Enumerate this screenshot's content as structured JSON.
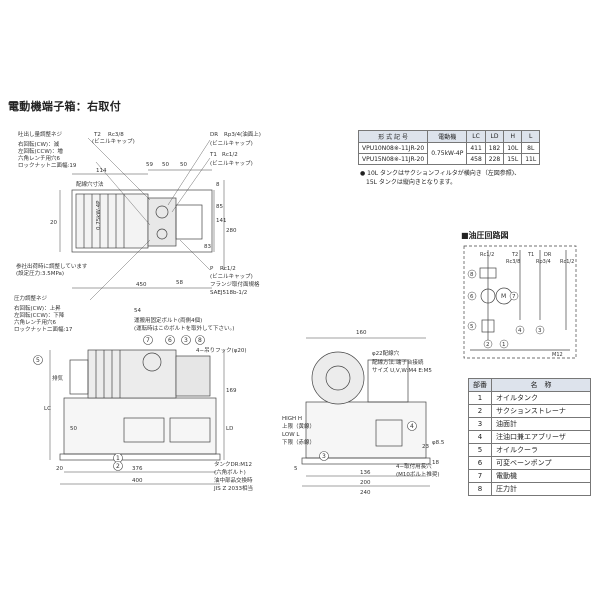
{
  "header": {
    "title": "電動機端子箱：右取付"
  },
  "spec_table": {
    "headers": [
      "形 式 記 号",
      "電動機",
      "LC",
      "LD",
      "H",
      "L"
    ],
    "rows": [
      [
        "VPU10N08※-11JR-20",
        "0.75kW-4P",
        "411",
        "182",
        "10L",
        "8L"
      ],
      [
        "VPU15N08※-11JR-20",
        "",
        "458",
        "228",
        "15L",
        "11L"
      ]
    ]
  },
  "notes": {
    "line1": "● 10L タンクはサクションフィルタが横向き（左図参照)、",
    "line2": "15L タンクは縦向きとなります。"
  },
  "circuit": {
    "title": "■油圧回路図",
    "port_labels": [
      "Rc1/2",
      "T2",
      "T1",
      "DR",
      "Rc3/8",
      "Rp3/4",
      "Rc1/2"
    ],
    "motor_label": "M",
    "m12_label": "M12",
    "nums": [
      "1",
      "2",
      "3",
      "4",
      "5",
      "6",
      "7",
      "8"
    ]
  },
  "parts_table": {
    "headers": [
      "部番",
      "名　称"
    ],
    "rows": [
      [
        "1",
        "オイルタンク"
      ],
      [
        "2",
        "サクションストレーナ"
      ],
      [
        "3",
        "油面計"
      ],
      [
        "4",
        "注油口兼エアブリーザ"
      ],
      [
        "5",
        "オイルクーラ"
      ],
      [
        "6",
        "可変ベーンポンプ"
      ],
      [
        "7",
        "電動機"
      ],
      [
        "8",
        "圧力計"
      ]
    ]
  },
  "top_view": {
    "labels": {
      "discharge": "吐出し量調整ネジ",
      "cw_reduce": "右回転(CW)：減",
      "ccw_increase": "左回転(CCW)：増",
      "hex_wrench_6": "六角レンチ用穴6",
      "lock_nut_19": "ロックナット二面幅:19",
      "t2": "T2",
      "t2_size": "Rc3/8",
      "vinyl_cap_1": "(ビニルキャップ)",
      "dr": "DR",
      "dr_size": "Rp3/4(油面上)",
      "vinyl_cap_2": "(ビニルキャップ)",
      "t1": "T1",
      "t1_size": "Rc1/2",
      "vinyl_cap_3": "(ビニルキャップ)",
      "wiring_hole": "配線穴寸法",
      "factory": "参社出荷時に調整しています",
      "set_pressure": "(設定圧力:3.5MPa)",
      "pressure_screw": "圧力調整ネジ",
      "cw_up": "右回転(CW)：上昇",
      "ccw_down": "左回転(CCW)：下降",
      "hex_wrench_6b": "六角レンチ用穴6",
      "lock_nut_17": "ロックナット二面幅:17",
      "p": "P",
      "p_size": "Rc1/2",
      "vinyl_cap_4": "(ビニルキャップ)",
      "flange": "フランジ取付面規格",
      "sae": "SAEJ518b-1/2",
      "motor_side": "0.75kW-4P"
    },
    "dims": [
      "114",
      "20",
      "59",
      "50",
      "50",
      "8",
      "85",
      "141",
      "280",
      "83",
      "450",
      "58",
      "54"
    ]
  },
  "front_view": {
    "labels": {
      "transport_bolt": "運搬用固定ボルト(両側4個)",
      "remove_note": "(運転時はこのボルトを取外して下さい。)",
      "hanger": "4−吊りフック(φ20)",
      "exhaust": "排気",
      "tank_drain": "タンクDR:M12",
      "hex_bolt": "(六角ボルト)",
      "oil_mgmt": "油中部品交換時",
      "jis": "JIS Z 2033相当"
    },
    "dims": [
      "LC",
      "50",
      "169",
      "LD",
      "376",
      "400",
      "20"
    ],
    "nums": [
      "5",
      "7",
      "6",
      "3",
      "8",
      "1",
      "2"
    ]
  },
  "side_view": {
    "labels": {
      "wiring_port": "φ22配線穴",
      "terminal_note": "配線方法:端子台接続",
      "terminal_size": "サイズ U,V,W:M4  E:M5",
      "high_h": "HIGH H",
      "upper": "上限（黄線）",
      "low_l": "LOW L",
      "lower": "下限（赤線）",
      "mount_holes": "4−取付用長穴",
      "bolt_m10": "(M10ボルト推奨)"
    },
    "dims": [
      "160",
      "23",
      "φ8.5",
      "5",
      "136",
      "200",
      "240",
      "18"
    ],
    "nums": [
      "4",
      "3"
    ]
  }
}
